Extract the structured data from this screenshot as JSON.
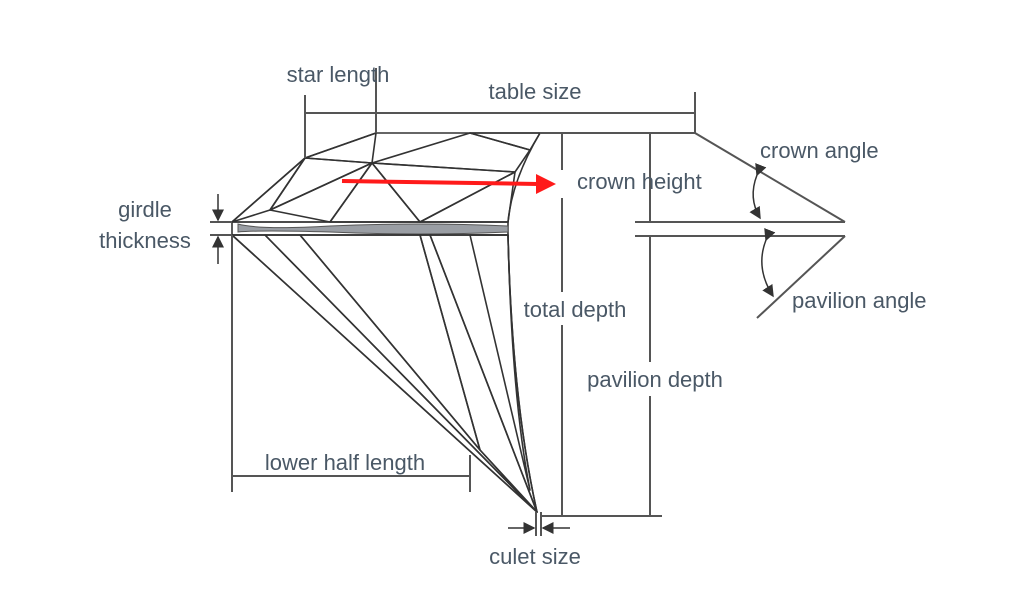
{
  "title": "Diamond anatomy diagram",
  "labels": {
    "star_length": "star length",
    "table_size": "table size",
    "crown_angle": "crown angle",
    "crown_height": "crown height",
    "girdle": "girdle",
    "thickness": "thickness",
    "total_depth": "total depth",
    "pavilion_angle": "pavilion angle",
    "pavilion_depth": "pavilion depth",
    "lower_half_length": "lower half length",
    "culet_size": "culet size"
  },
  "colors": {
    "text": "#4a5866",
    "facet_blue": "#3a4f8a",
    "girdle": "#9a9ea4",
    "highlight_arrow": "#ff1a1a"
  }
}
